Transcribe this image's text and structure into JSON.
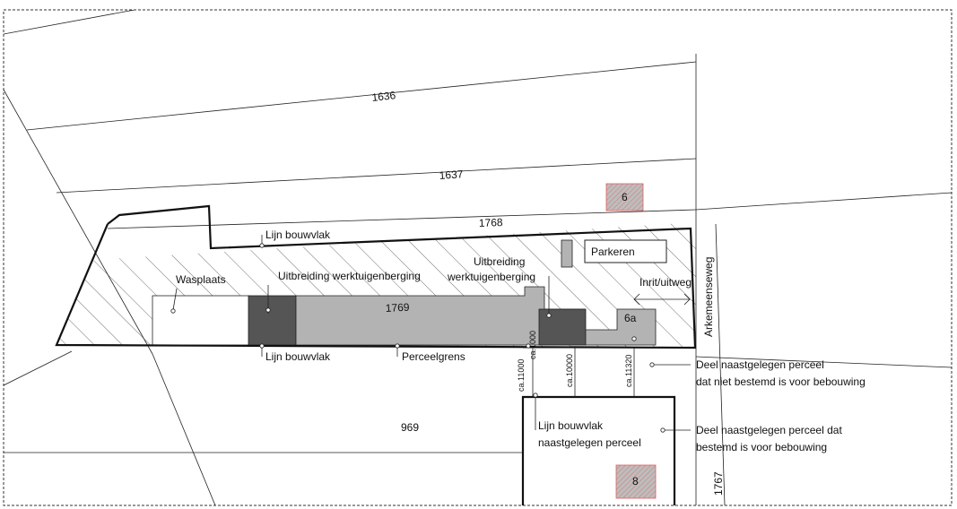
{
  "parcels": {
    "p1636": "1636",
    "p1637": "1637",
    "p1768": "1768",
    "p1769": "1769",
    "p969": "969",
    "p1767": "1767"
  },
  "houses": {
    "h6": "6",
    "h6a": "6a",
    "h8": "8"
  },
  "street": "Arkemeenseweg",
  "labels": {
    "bouwvlak_top": "Lijn bouwvlak",
    "bouwvlak_bottom": "Lijn bouwvlak",
    "perceelgrens": "Perceelgrens",
    "wasplaats": "Wasplaats",
    "uitbreiding_1": "Uitbreiding werktuigenberging",
    "uitbreiding_2a": "Uitbreiding",
    "uitbreiding_2b": "werktuigenberging",
    "parkeren": "Parkeren",
    "inrit": "Inrit/uitweg",
    "naast_a": "Lijn bouwvlak",
    "naast_b": "naastgelegen perceel",
    "deel_niet_a": "Deel naastgelegen perceel",
    "deel_niet_b": "dat niet bestemd is voor bebouwing",
    "deel_wel_a": "Deel naastgelegen perceel dat",
    "deel_wel_b": "bestemd is voor bebouwing"
  },
  "measurements": {
    "m1": "ca.11000",
    "m2": "ca.1000",
    "m3": "ca.10000",
    "m4": "ca.11320"
  },
  "colors": {
    "building_dark": "#555555",
    "building_light": "#b3b3b3",
    "house_fill": "#bdbdbd",
    "house_hatch": "#e06060",
    "line": "#111111"
  }
}
